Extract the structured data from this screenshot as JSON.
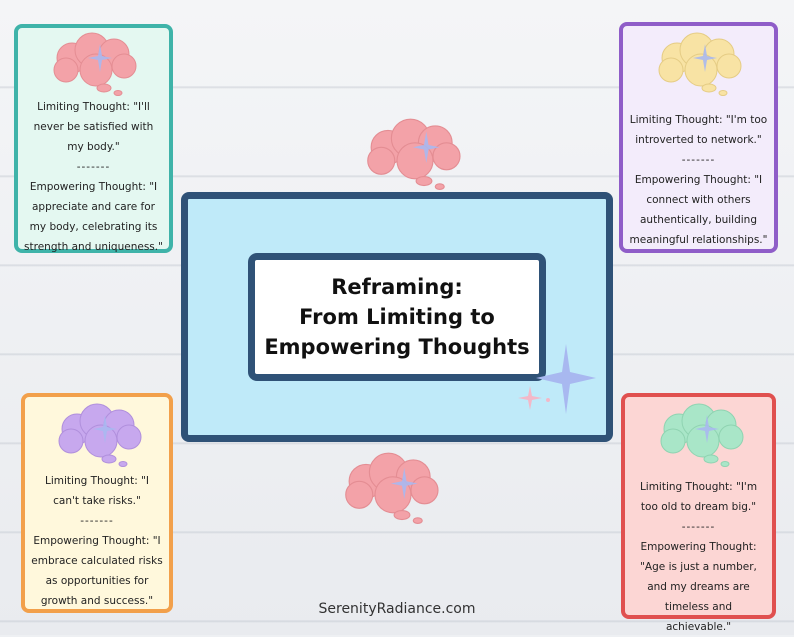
{
  "title": {
    "line1": "Reframing:",
    "line2": "From Limiting to",
    "line3": "Empowering Thoughts"
  },
  "cards": [
    {
      "id": "top-left",
      "accent": "#3fb3a9",
      "background": "#e4f8f1",
      "cloud_color": "#f3a2a8",
      "limiting": "Limiting Thought: \"I'll never be satisfied with my body.\"",
      "separator": "-------",
      "empowering": "Empowering Thought: \"I appreciate and care for my body, celebrating its strength and uniqueness.\""
    },
    {
      "id": "top-right",
      "accent": "#8f5dc8",
      "background": "#f3ecfb",
      "cloud_color": "#f8e3a4",
      "limiting": "Limiting Thought: \"I'm too introverted to network.\"",
      "separator": "-------",
      "empowering": "Empowering Thought: \"I connect with others authentically, building meaningful relationships.\""
    },
    {
      "id": "bottom-left",
      "accent": "#f2a04b",
      "background": "#fff8dc",
      "cloud_color": "#c7a8ee",
      "limiting": "Limiting Thought: \"I can't take risks.\"",
      "separator": "-------",
      "empowering": "Empowering Thought: \"I embrace calculated risks as opportunities for growth and success.\""
    },
    {
      "id": "bottom-right",
      "accent": "#e0504f",
      "background": "#fcd6d4",
      "cloud_color": "#a9e6c8",
      "limiting": "Limiting Thought: \"I'm too old to dream big.\"",
      "separator": "-------",
      "empowering": "Empowering Thought: \"Age is just a number, and my dreams are timeless and achievable.\""
    }
  ],
  "decorations": {
    "center_cloud_color": "#f3a2a8",
    "sparkle_colors": [
      "#a8b8f0",
      "#f3b8c8"
    ]
  },
  "footer": {
    "brand": "SerenityRadiance.com"
  }
}
